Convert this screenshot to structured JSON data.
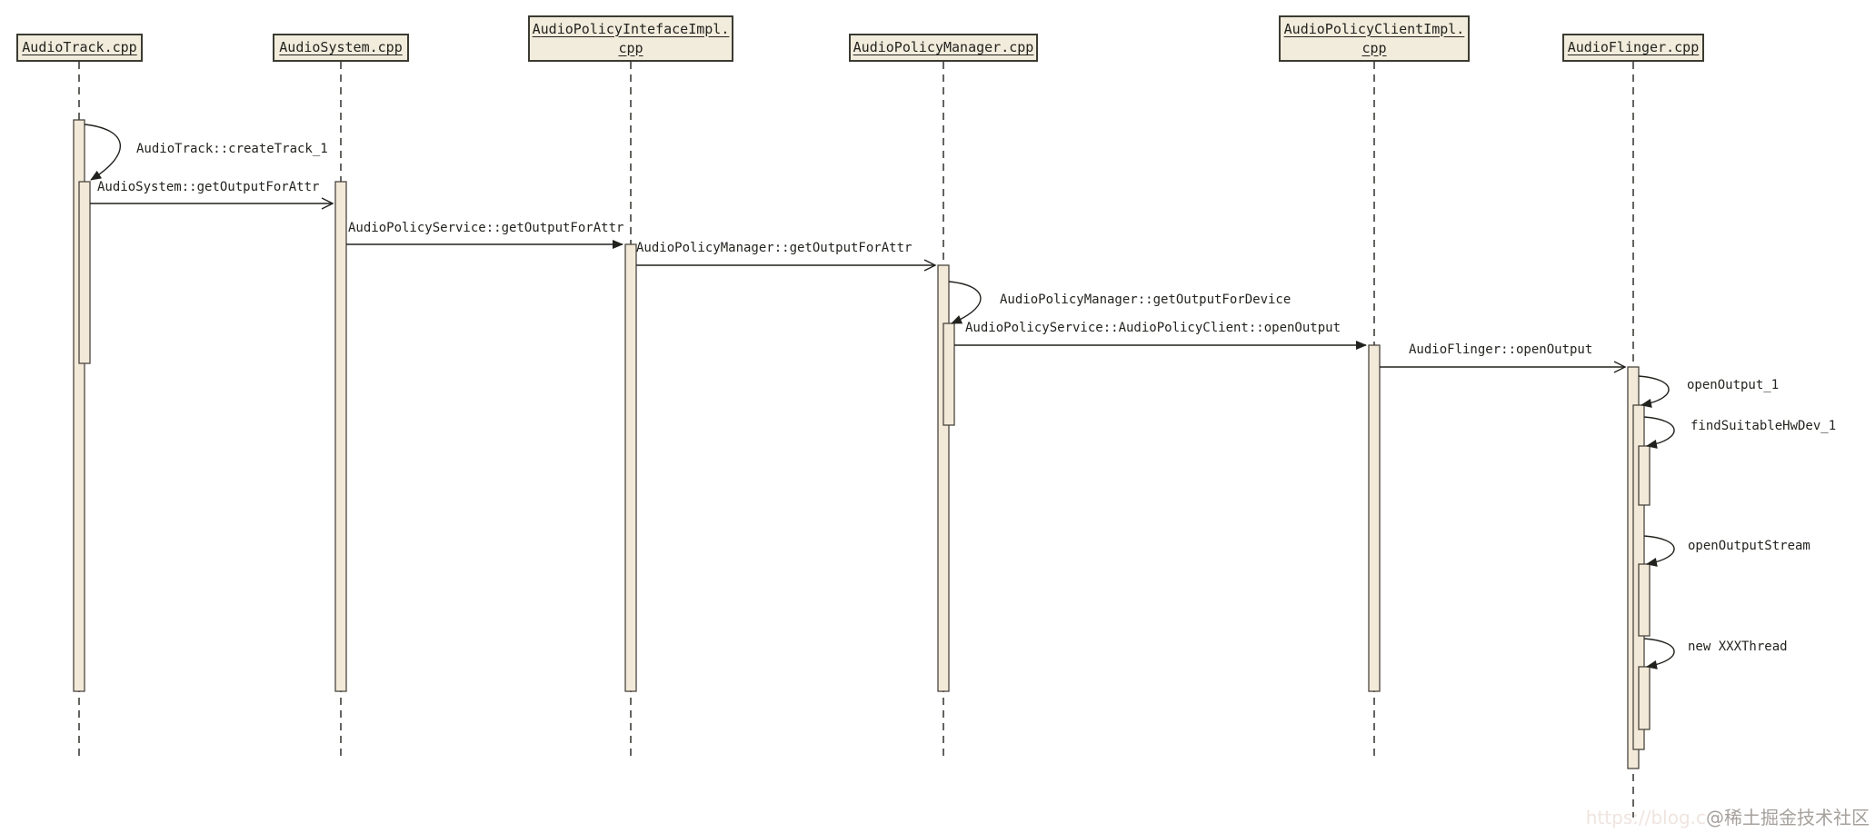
{
  "diagram": {
    "type": "uml-sequence",
    "participants": [
      {
        "label": "AudioTrack.cpp"
      },
      {
        "label": "AudioSystem.cpp"
      },
      {
        "label": "AudioPolicyIntefaceImpl.",
        "label2": "cpp"
      },
      {
        "label": "AudioPolicyManager.cpp"
      },
      {
        "label": "AudioPolicyClientImpl.",
        "label2": "cpp"
      },
      {
        "label": "AudioFlinger.cpp"
      }
    ],
    "messages": [
      {
        "label": "AudioTrack::createTrack_1",
        "from": "AudioTrack.cpp",
        "to": "AudioTrack.cpp",
        "kind": "self",
        "arrowhead": "filled"
      },
      {
        "label": "AudioSystem::getOutputForAttr",
        "from": "AudioTrack.cpp",
        "to": "AudioSystem.cpp",
        "kind": "call",
        "arrowhead": "open"
      },
      {
        "label": "AudioPolicyService::getOutputForAttr",
        "from": "AudioSystem.cpp",
        "to": "AudioPolicyIntefaceImpl.cpp",
        "kind": "call",
        "arrowhead": "filled"
      },
      {
        "label": "AudioPolicyManager::getOutputForAttr",
        "from": "AudioPolicyIntefaceImpl.cpp",
        "to": "AudioPolicyManager.cpp",
        "kind": "call",
        "arrowhead": "open"
      },
      {
        "label": "AudioPolicyManager::getOutputForDevice",
        "from": "AudioPolicyManager.cpp",
        "to": "AudioPolicyManager.cpp",
        "kind": "self",
        "arrowhead": "filled"
      },
      {
        "label": "AudioPolicyService::AudioPolicyClient::openOutput",
        "from": "AudioPolicyManager.cpp",
        "to": "AudioPolicyClientImpl.cpp",
        "kind": "call",
        "arrowhead": "filled"
      },
      {
        "label": "AudioFlinger::openOutput",
        "from": "AudioPolicyClientImpl.cpp",
        "to": "AudioFlinger.cpp",
        "kind": "call",
        "arrowhead": "open"
      },
      {
        "label": "openOutput_1",
        "from": "AudioFlinger.cpp",
        "to": "AudioFlinger.cpp",
        "kind": "self",
        "arrowhead": "filled"
      },
      {
        "label": "findSuitableHwDev_1",
        "from": "AudioFlinger.cpp",
        "to": "AudioFlinger.cpp",
        "kind": "self",
        "arrowhead": "filled"
      },
      {
        "label": "openOutputStream",
        "from": "AudioFlinger.cpp",
        "to": "AudioFlinger.cpp",
        "kind": "self",
        "arrowhead": "filled"
      },
      {
        "label": "new XXXThread",
        "from": "AudioFlinger.cpp",
        "to": "AudioFlinger.cpp",
        "kind": "self",
        "arrowhead": "filled"
      }
    ],
    "colors": {
      "participant_fill": "#f2ecdc",
      "participant_border": "#3b3b33",
      "activation_fill": "#f2e9d8",
      "activation_border": "#4a463e",
      "line": "#21211d",
      "text": "#23231f",
      "background": "#ffffff",
      "watermark_gray": "#a6a19c",
      "watermark_faint": "#efe4df"
    }
  },
  "watermark": {
    "url_fragment": "https://blog.c",
    "label": "@稀土掘金技术社区"
  }
}
